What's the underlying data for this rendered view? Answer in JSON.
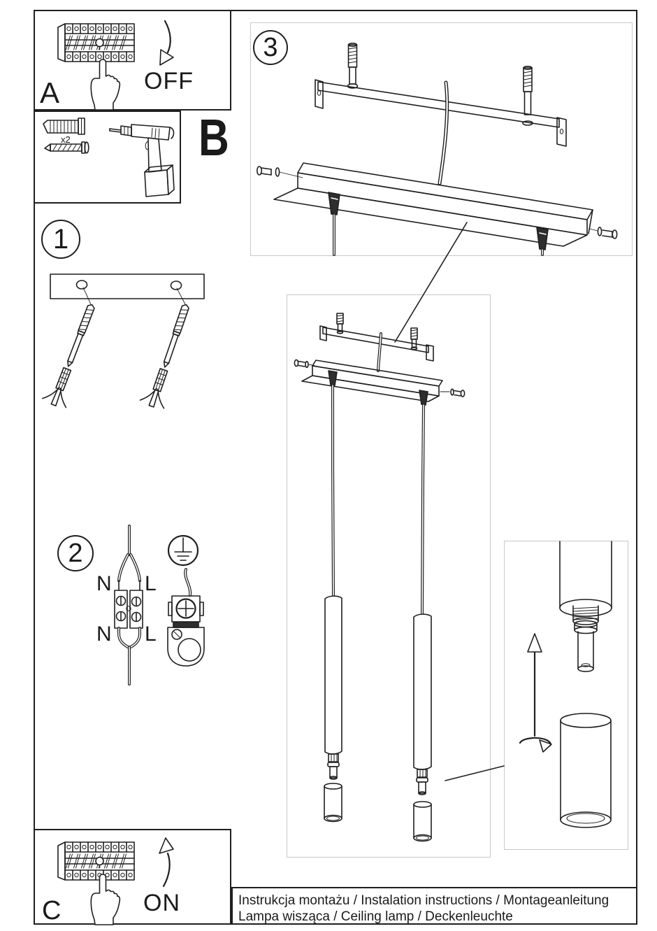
{
  "page": {
    "background": "#ffffff",
    "ink": "#1f1f1f",
    "subframe_color": "#c9c9c9"
  },
  "panel_a": {
    "label": "A",
    "action": "OFF"
  },
  "panel_b": {
    "label": "B",
    "quantity": "x2"
  },
  "panel_c": {
    "label": "C",
    "action": "ON"
  },
  "step_1": {
    "number": "1"
  },
  "step_2": {
    "number": "2",
    "terminal_labels": {
      "n_top": "N",
      "l_top": "L",
      "n_bottom": "N",
      "l_bottom": "L"
    }
  },
  "step_3": {
    "number": "3"
  },
  "footer": {
    "line_1": "Instrukcja montażu / Instalation instructions / Montageanleitung",
    "line_2": "Lampa wisząca / Ceiling lamp / Deckenleuchte"
  }
}
